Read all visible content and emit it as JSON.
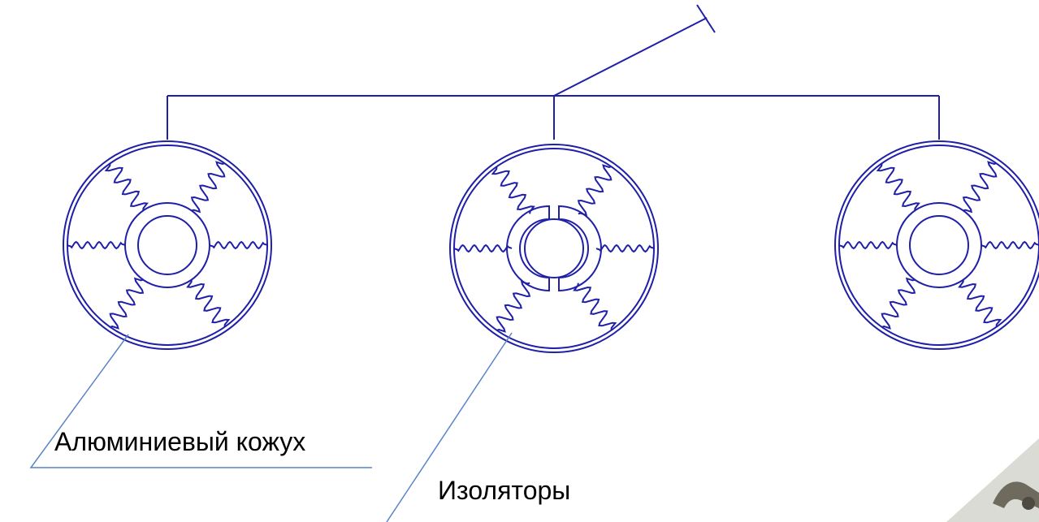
{
  "colors": {
    "wire": "#1f1fa8",
    "leader": "#5a84c6",
    "text": "#000000",
    "background": "#ffffff",
    "photo_dark": "#6f6a5e",
    "photo_light": "#d9dbd4"
  },
  "labels": {
    "housing": "Алюминиевый кожух",
    "insulators": "Изоляторы"
  },
  "spacers": [
    {
      "id": "spacer-left",
      "ring": "solid"
    },
    {
      "id": "spacer-center",
      "ring": "split"
    },
    {
      "id": "spacer-right",
      "ring": "solid"
    }
  ],
  "icons": {
    "ground_symbol": "ground-tee-icon",
    "photo": "spacer-photo-fragment"
  }
}
